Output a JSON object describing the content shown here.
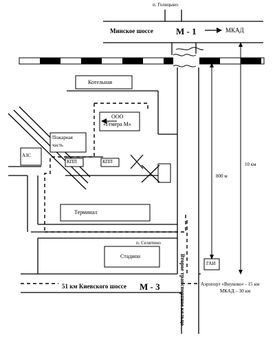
{
  "labels": {
    "golitsyno": "п. Голицыно",
    "minsk_highway": "Минское шоссе",
    "m1": "М - 1",
    "mkad_top": "МКАД",
    "boiler": "Котельная",
    "company_ooo": "ООО",
    "company_name": "«Гемера М»",
    "fire_station_line1": "Пожарная",
    "fire_station_line2": "часть",
    "gas_station": "АЗС",
    "checkpoint_1": "КПП",
    "checkpoint_2": "КПП",
    "terminal": "Терминал",
    "seletino": "п. Селятино",
    "stadium": "Стадион",
    "gai": "ГАИ",
    "kiev_highway": "51 км Киевского шоссе",
    "m3": "М - 3",
    "second_ring": "Второе транспортное кольцо",
    "airport": "Аэропорт «Внуково» - 15 км",
    "mkad_bottom": "МКАД – 30 км",
    "dist_800": "800 м",
    "dist_10km": "10 км"
  },
  "colors": {
    "ink": "#000000",
    "paper": "#ffffff"
  },
  "icons": {
    "arrow": "arrow-icon",
    "crossing": "crossed-out-icon",
    "railway": "railway-icon"
  }
}
